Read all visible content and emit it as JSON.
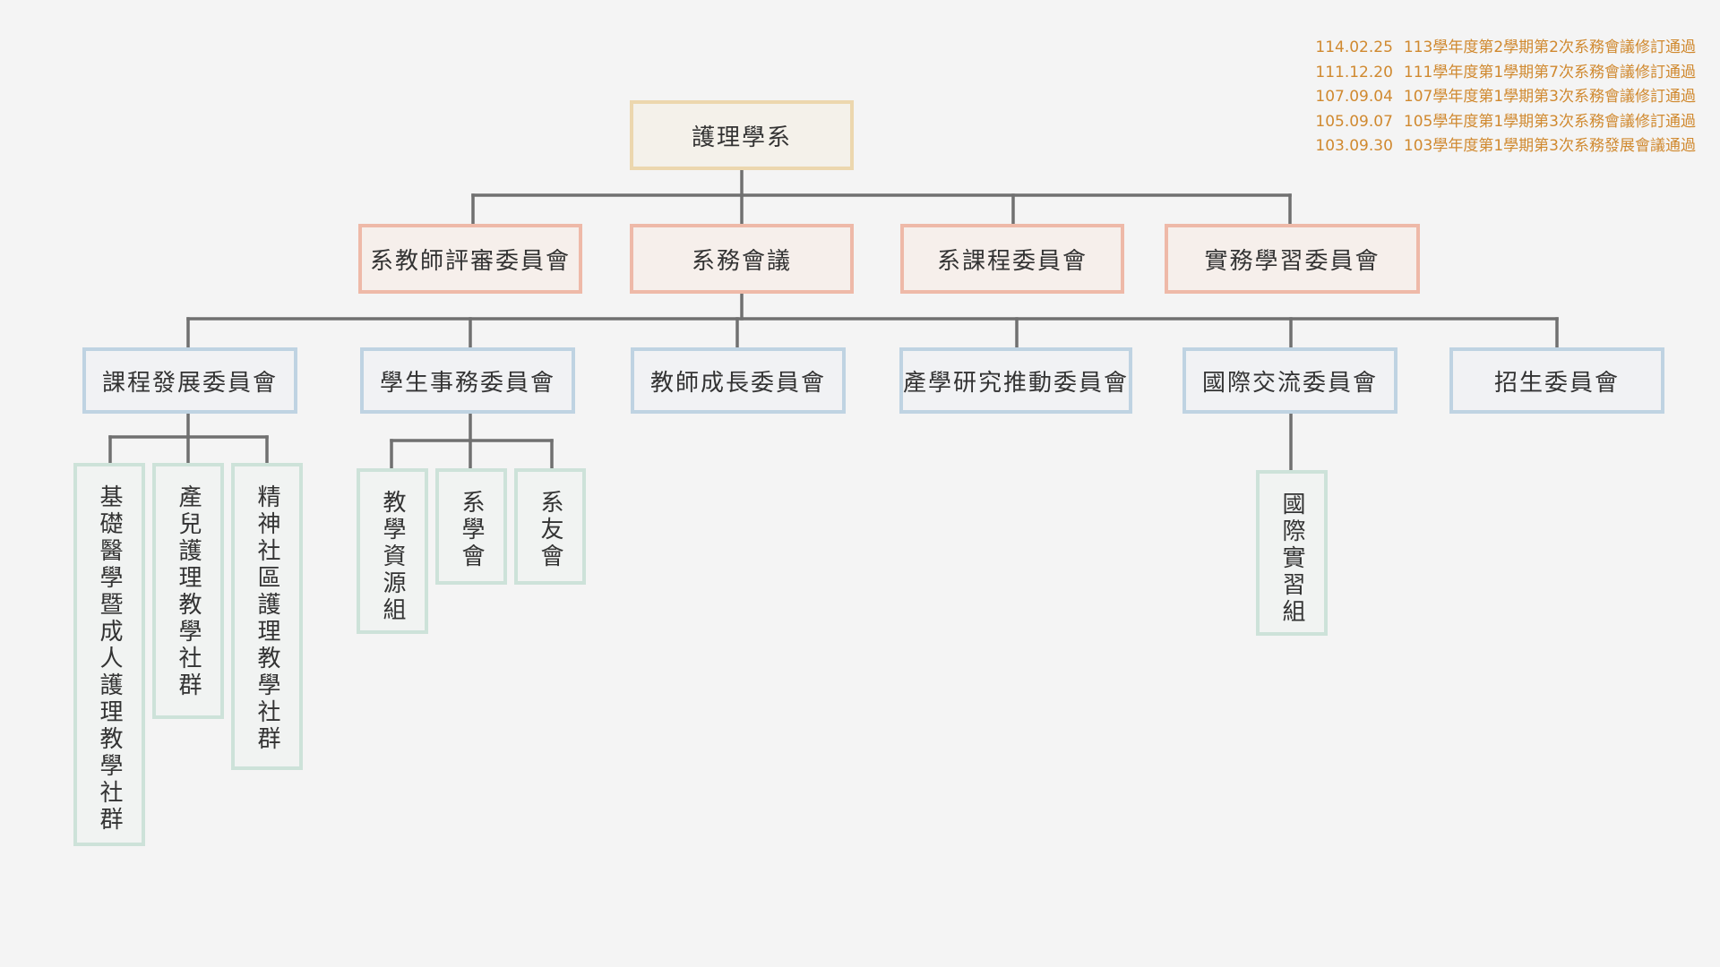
{
  "history": [
    {
      "date": "114.02.25",
      "text": "113學年度第2學期第2次系務會議修訂通過"
    },
    {
      "date": "111.12.20",
      "text": "111學年度第1學期第7次系務會議修訂通過"
    },
    {
      "date": "107.09.04",
      "text": "107學年度第1學期第3次系務會議修訂通過"
    },
    {
      "date": "105.09.07",
      "text": "105學年度第1學期第3次系務會議修訂通過"
    },
    {
      "date": "103.09.30",
      "text": "103學年度第1學期第3次系務發展會議通過"
    }
  ],
  "nodes": {
    "root": "護理學系",
    "teacher_review": "系教師評審委員會",
    "dept_meeting": "系務會議",
    "curriculum": "系課程委員會",
    "practicum": "實務學習委員會",
    "course_dev": "課程發展委員會",
    "student_affairs": "學生事務委員會",
    "teacher_growth": "教師成長委員會",
    "industry_research": "產學研究推動委員會",
    "international": "國際交流委員會",
    "admissions": "招生委員會",
    "basic_medical": "基礎醫學暨成人護理教學社群",
    "maternal_child": "產兒護理教學社群",
    "mental_community": "精神社區護理教學社群",
    "teaching_resources": "教學資源組",
    "student_association": "系學會",
    "alumni": "系友會",
    "intl_internship": "國際實習組"
  },
  "colors": {
    "connector": "#707070",
    "history_text": "#d0892f"
  }
}
